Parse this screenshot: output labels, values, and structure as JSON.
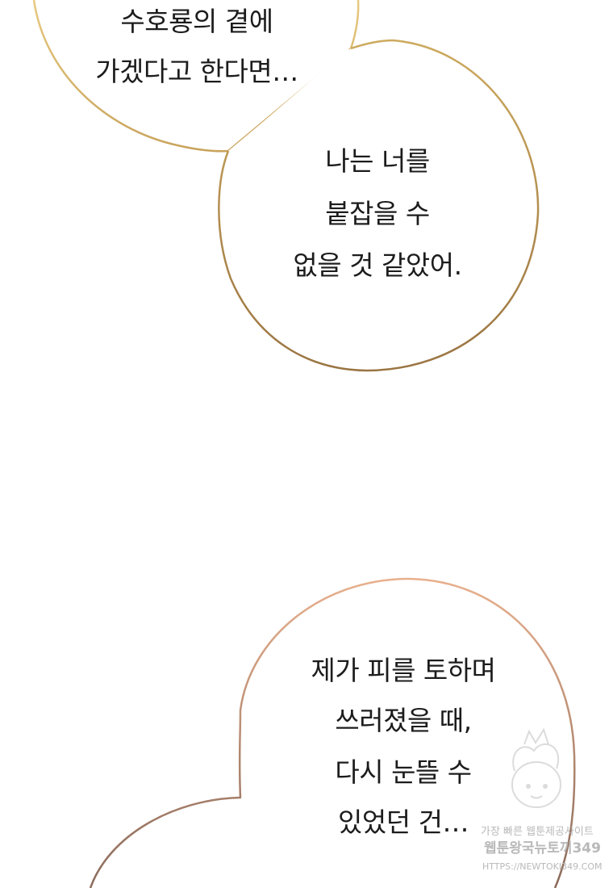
{
  "panel": {
    "background": "#ffffff",
    "text_color": "#1c1c1c"
  },
  "bubbles": [
    {
      "id": "top",
      "border_color": "#d6b86c",
      "lines": [
        "수호룡의 곁에",
        "가겠다고 한다면…"
      ]
    },
    {
      "id": "middle",
      "border_color": "#b9904c",
      "lines": [
        "나는 너를",
        "붙잡을 수",
        "없을 것 같았어."
      ]
    },
    {
      "id": "bottom",
      "border_color": "#d9a183",
      "lines": [
        "제가 피를 토하며",
        "쓰러졌을 때,",
        "다시 눈뜰 수",
        "있었던 건…"
      ]
    }
  ],
  "watermark": {
    "line1": "가장 빠른 웹툰제공사이트",
    "line2": "웹툰왕국뉴토끼349",
    "line3": "HTTPS://NEWTOKI349.COM"
  }
}
